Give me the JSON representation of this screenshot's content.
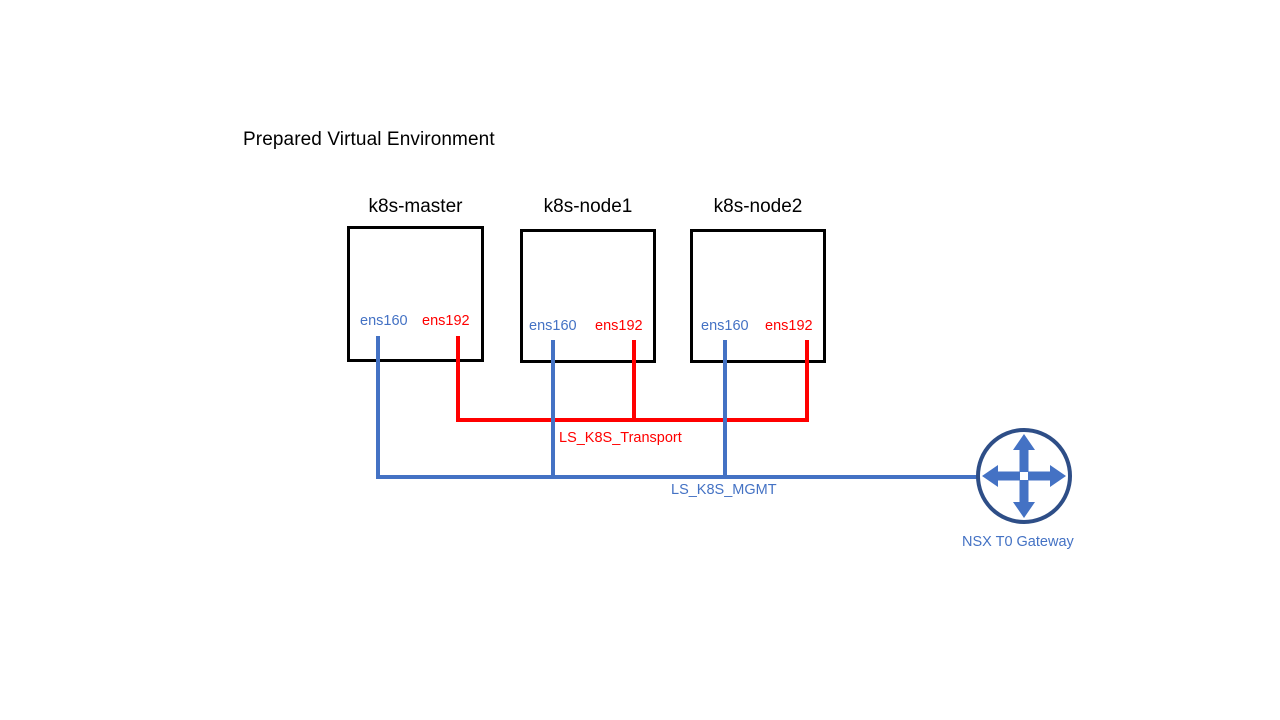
{
  "diagram": {
    "title": "Prepared Virtual Environment",
    "nodes": [
      {
        "name": "k8s-master",
        "nics": [
          {
            "label": "ens160",
            "network": "mgmt"
          },
          {
            "label": "ens192",
            "network": "transport"
          }
        ]
      },
      {
        "name": "k8s-node1",
        "nics": [
          {
            "label": "ens160",
            "network": "mgmt"
          },
          {
            "label": "ens192",
            "network": "transport"
          }
        ]
      },
      {
        "name": "k8s-node2",
        "nics": [
          {
            "label": "ens160",
            "network": "mgmt"
          },
          {
            "label": "ens192",
            "network": "transport"
          }
        ]
      }
    ],
    "networks": [
      {
        "id": "transport",
        "label": "LS_K8S_Transport",
        "color": "#FF0000"
      },
      {
        "id": "mgmt",
        "label": "LS_K8S_MGMT",
        "color": "#4472C4"
      }
    ],
    "gateway": {
      "label": "NSX T0 Gateway",
      "icon": "router-arrows-icon",
      "circle_color": "#2E4E87",
      "arrow_color": "#4472C4"
    },
    "colors": {
      "box_border": "#000000",
      "title_text": "#000000",
      "mgmt_blue": "#4472C4",
      "transport_red": "#FF0000",
      "background": "#FFFFFF"
    }
  }
}
